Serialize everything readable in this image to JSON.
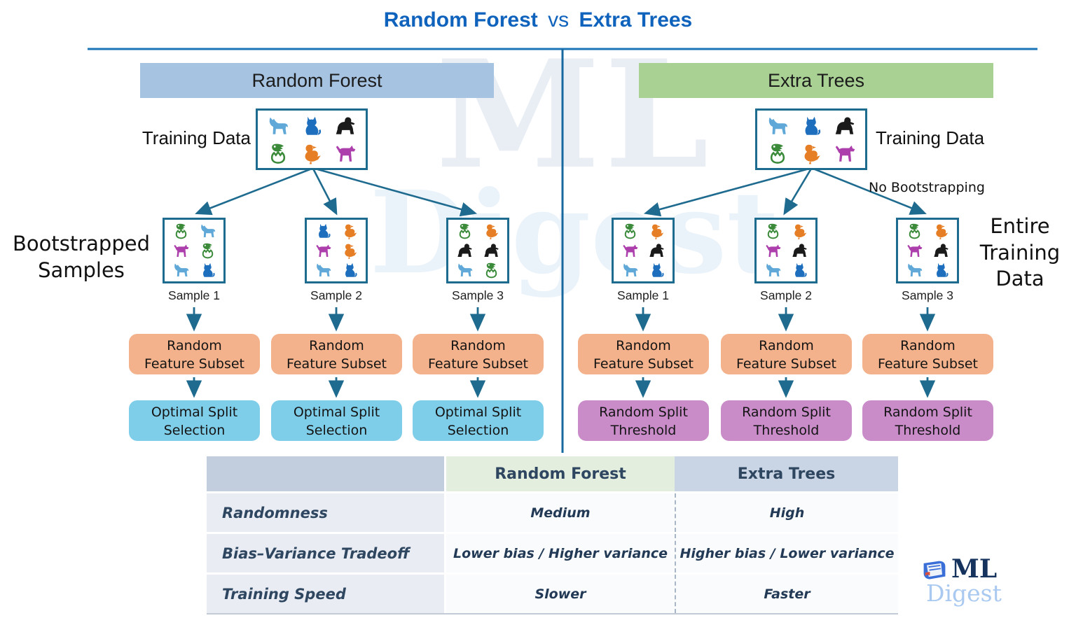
{
  "title": {
    "left": "Random Forest",
    "middle": "vs",
    "right": "Extra Trees"
  },
  "watermark": {
    "line1": "ML",
    "line2": "Digest"
  },
  "panels": [
    {
      "header_label": "Random Forest",
      "training_label": "Training Data",
      "training_animals": [
        "wolf",
        "cat",
        "gorilla",
        "dino",
        "duck",
        "dog"
      ],
      "side_label_lines": [
        "Bootstrapped",
        "Samples"
      ],
      "samples": [
        {
          "label": "Sample 1",
          "animals": [
            "dino",
            "wolf",
            "dog",
            "dino",
            "wolf",
            "cat"
          ]
        },
        {
          "label": "Sample 2",
          "animals": [
            "cat",
            "duck",
            "dog",
            "duck",
            "wolf",
            "cat"
          ]
        },
        {
          "label": "Sample 3",
          "animals": [
            "dino",
            "duck",
            "gorilla",
            "gorilla",
            "wolf",
            "dino"
          ]
        }
      ],
      "step1_lines": [
        "Random",
        "Feature Subset"
      ],
      "step2_lines": [
        "Optimal Split",
        "Selection"
      ]
    },
    {
      "header_label": "Extra Trees",
      "training_label": "Training Data",
      "training_animals": [
        "wolf",
        "cat",
        "gorilla",
        "dino",
        "duck",
        "dog"
      ],
      "annotation": "No Bootstrapping",
      "side_label_lines": [
        "Entire",
        "Training",
        "Data"
      ],
      "samples": [
        {
          "label": "Sample 1",
          "animals": [
            "dino",
            "duck",
            "dog",
            "gorilla",
            "wolf",
            "cat"
          ]
        },
        {
          "label": "Sample 2",
          "animals": [
            "dino",
            "duck",
            "dog",
            "gorilla",
            "wolf",
            "cat"
          ]
        },
        {
          "label": "Sample 3",
          "animals": [
            "dino",
            "duck",
            "dog",
            "gorilla",
            "wolf",
            "cat"
          ]
        }
      ],
      "step1_lines": [
        "Random",
        "Feature Subset"
      ],
      "step2_lines": [
        "Random Split",
        "Threshold"
      ]
    }
  ],
  "table": {
    "headers": [
      "",
      "Random Forest",
      "Extra Trees"
    ],
    "rows": [
      {
        "label": "Randomness",
        "random_forest": "Medium",
        "extra_trees": "High"
      },
      {
        "label": "Bias–Variance Tradeoff",
        "random_forest": "Lower bias / Higher variance",
        "extra_trees": "Higher bias / Lower variance"
      },
      {
        "label": "Training Speed",
        "random_forest": "Slower",
        "extra_trees": "Faster"
      }
    ]
  },
  "logo": {
    "icon": "book-icon",
    "title": "ML",
    "subtitle": "Digest"
  },
  "colors": {
    "title_blue": "#1063bc",
    "top_rule_blue": "#1b74b6",
    "divider_blue": "#17689f",
    "arrow_teal": "#1e6b8f",
    "box_border_teal": "#1d6b8e",
    "rf_header_bg": "#a6c3e1",
    "et_header_bg": "#a8d193",
    "feature_subset_bg": "#f3b28b",
    "optimal_split_bg": "#7ecde9",
    "random_threshold_bg": "#c98cc9",
    "table_header_left_bg": "#c2cede",
    "table_header_rf_bg": "#e4eedf",
    "table_header_et_bg": "#c9d5e4",
    "table_label_col_bg": "#e9edf3",
    "table_text": "#2e4660",
    "logo_navy": "#16335e",
    "logo_light_blue": "#a9c9f0"
  },
  "animal_colors": {
    "wolf": "#5fa8d8",
    "cat": "#1d6fbe",
    "gorilla": "#1a1a1a",
    "dino": "#3a8a3a",
    "duck": "#e67e26",
    "dog": "#ac3fac"
  }
}
